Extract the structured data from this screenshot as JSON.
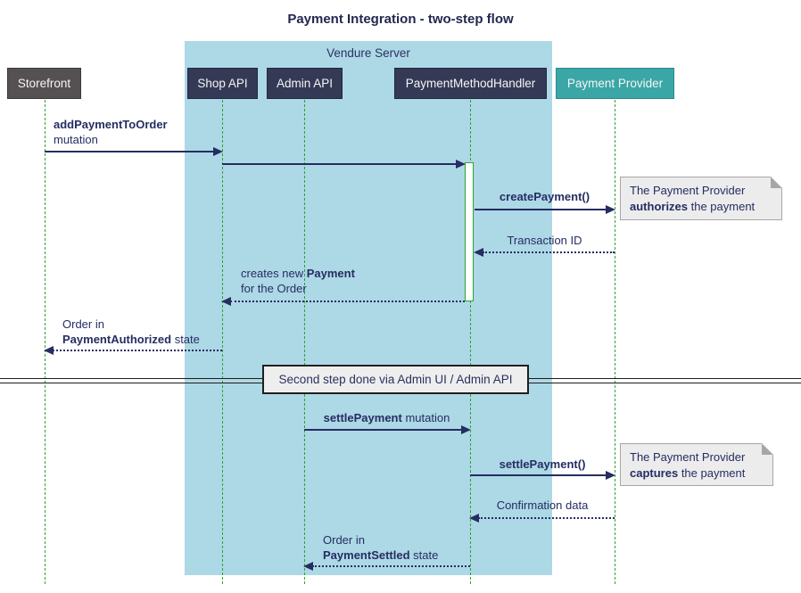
{
  "title": "Payment Integration - two-step flow",
  "frame": {
    "label": "Vendure Server",
    "fill": "#ADD8E6"
  },
  "participants": [
    {
      "label": "Storefront",
      "color": "#555152"
    },
    {
      "label": "Shop API",
      "color": "#343A56"
    },
    {
      "label": "Admin API",
      "color": "#343A56"
    },
    {
      "label": "PaymentMethodHandler",
      "color": "#343A56"
    },
    {
      "label": "Payment Provider",
      "color": "#3BA6A6"
    }
  ],
  "colors": {
    "arrow": "#252D62",
    "lifeline": "#2EA32E",
    "note_fill": "#ECECEC",
    "frame_fill": "#ADD8E6"
  },
  "messages": {
    "add_payment": {
      "bold": "addPaymentToOrder",
      "line2": "mutation"
    },
    "create_payment": {
      "bold": "createPayment()"
    },
    "transaction_id": {
      "text": "Transaction ID"
    },
    "creates_payment": {
      "pre": "creates new ",
      "bold": "Payment",
      "line2": "for the Order"
    },
    "order_authorized": {
      "line1": "Order in",
      "bold": "PaymentAuthorized",
      "rest": " state"
    },
    "settle_mutation": {
      "bold": "settlePayment",
      "rest": " mutation"
    },
    "settle_call": {
      "bold": "settlePayment()"
    },
    "confirmation": {
      "text": "Confirmation data"
    },
    "order_settled": {
      "line1": "Order in",
      "bold": "PaymentSettled",
      "rest": " state"
    }
  },
  "divider": {
    "label": "Second step done via Admin UI / Admin API"
  },
  "notes": {
    "authorize": {
      "line1": "The Payment Provider",
      "bold": "authorizes",
      "rest": " the payment"
    },
    "capture": {
      "line1": "The Payment Provider",
      "bold": "captures",
      "rest": " the payment"
    }
  }
}
